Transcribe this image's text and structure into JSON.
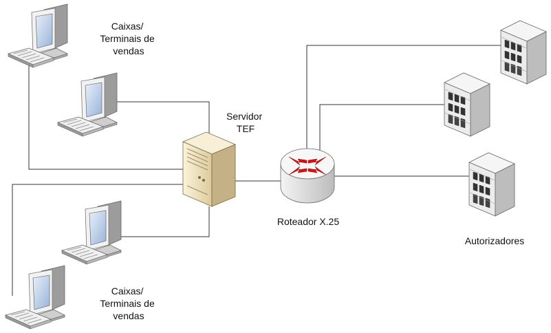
{
  "labels": {
    "top_terminals": [
      "Caixas/",
      "Terminais de",
      "vendas"
    ],
    "bottom_terminals": [
      "Caixas/",
      "Terminais de",
      "vendas"
    ],
    "server": [
      "Servidor",
      "TEF"
    ],
    "router": "Roteador X.25",
    "authorizers": "Autorizadores"
  },
  "colors": {
    "line": "#333333",
    "router_arrow": "#dd1111",
    "server_body": "#efe3c4",
    "building_body": "#e8e8e8",
    "screen": "#b7cce8"
  }
}
